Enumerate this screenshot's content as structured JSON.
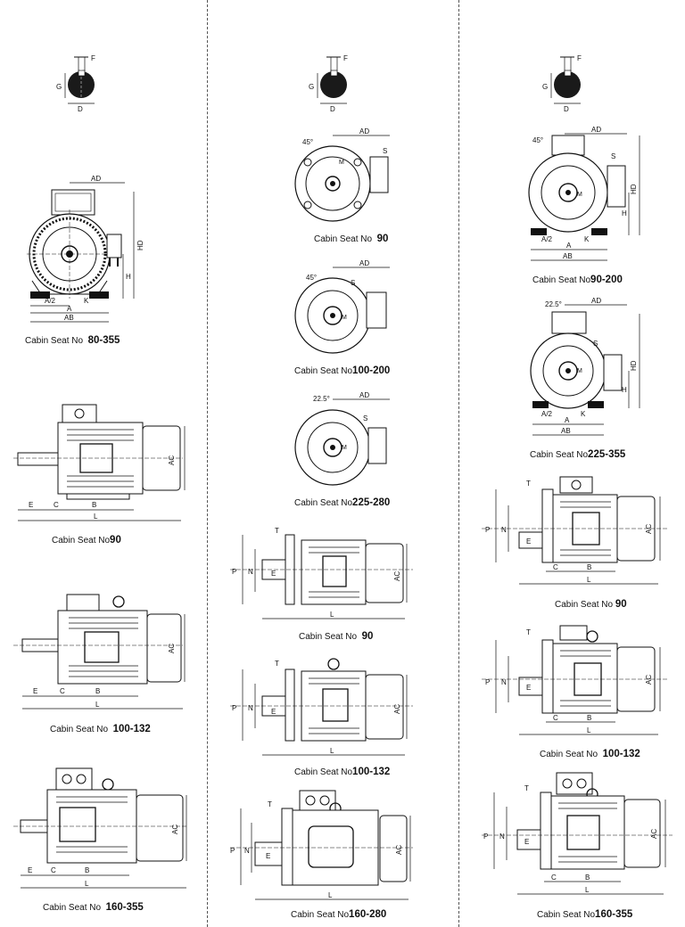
{
  "captions": {
    "c1_front": {
      "prefix": "Cabin Seat No",
      "number": "80-355"
    },
    "c1_side1": {
      "prefix": "Cabin Seat No",
      "number": "90"
    },
    "c1_side2": {
      "prefix": "Cabin Seat No",
      "number": "100-132"
    },
    "c1_side3": {
      "prefix": "Cabin Seat No",
      "number": "160-355"
    },
    "c2_flange1": {
      "prefix": "Cabin Seat No",
      "number": "90"
    },
    "c2_flange2": {
      "prefix": "Cabin Seat No",
      "number": "100-200"
    },
    "c2_flange3": {
      "prefix": "Cabin Seat No",
      "number": "225-280"
    },
    "c2_side1": {
      "prefix": "Cabin Seat No",
      "number": "90"
    },
    "c2_side2": {
      "prefix": "Cabin Seat No",
      "number": "100-132"
    },
    "c2_side3": {
      "prefix": "Cabin Seat No",
      "number": "160-280"
    },
    "c3_front1": {
      "prefix": "Cabin Seat No",
      "number": "90-200"
    },
    "c3_front2": {
      "prefix": "Cabin Seat No",
      "number": "225-355"
    },
    "c3_side1": {
      "prefix": "Cabin Seat No",
      "number": "90"
    },
    "c3_side2": {
      "prefix": "Cabin Seat No",
      "number": "100-132"
    },
    "c3_side3": {
      "prefix": "Cabin Seat No",
      "number": "160-355"
    }
  },
  "dims": {
    "F": "F",
    "G": "G",
    "D": "D",
    "AD": "AD",
    "HD": "HD",
    "H": "H",
    "A": "A",
    "A2": "A/2",
    "AB": "AB",
    "K": "K",
    "AC": "AC",
    "E": "E",
    "C": "C",
    "B": "B",
    "L": "L",
    "P": "P",
    "N": "N",
    "T": "T",
    "M": "M",
    "S": "S",
    "deg45": "45°",
    "deg225": "22.5°"
  }
}
